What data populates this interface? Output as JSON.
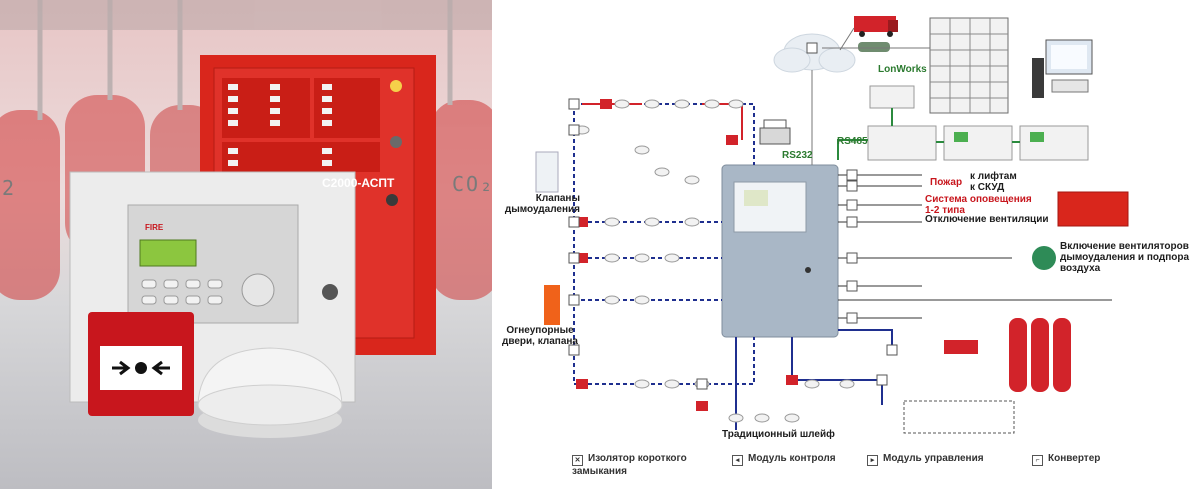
{
  "photo": {
    "panel_model": "С2000-АСПТ",
    "fire_label": "FIRE",
    "cylinder_label": "CO₂",
    "cylinder_label_left": "2"
  },
  "labels": {
    "lonworks": "LonWorks",
    "rs232": "RS232",
    "rs485": "RS485",
    "valves": "Клапаны\nдымоудаления",
    "doors": "Огнеупорные\nдвери, клапана",
    "pozhar": "Пожар",
    "lift": "к лифтам",
    "skud": "к СКУД",
    "warning": "Система оповещения\n1-2 типа",
    "vent_off": "Отключение вентиляции",
    "vent_on": "Включение вентиляторов\nдымоудаления и подпора\nвоздуха",
    "loop": "Традиционный шлейф"
  },
  "legend": [
    {
      "icon": "isolator-icon",
      "text": "Изолятор короткого\nзамыкания"
    },
    {
      "icon": "control-module-icon",
      "text": "Модуль контроля"
    },
    {
      "icon": "management-module-icon",
      "text": "Модуль управления"
    },
    {
      "icon": "converter-icon",
      "text": "Конвертер"
    }
  ],
  "colors": {
    "loop_blue": "#1f2f8f",
    "loop_red": "#d2232a",
    "bus_green": "#2b8a3e",
    "panel_red": "#d9261c",
    "main_panel": "#a9b7c6"
  }
}
